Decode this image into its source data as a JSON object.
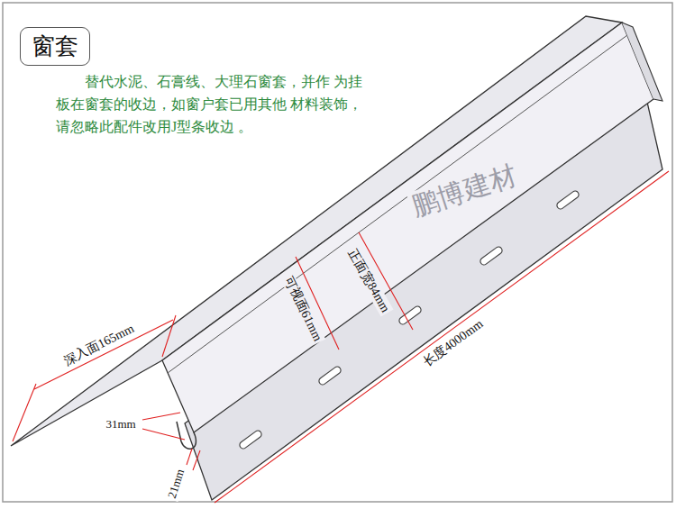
{
  "diagram": {
    "title": "窗套",
    "labels": [
      "替代水泥、石膏线、大理石窗套，并作 为挂板在窗套的收边，如窗户套已用其他 材料装饰，请忽略此配件改用J型条收边 。",
      "深入面165mm",
      "可视面61mm",
      "正面宽84mm",
      "长度4000mm",
      "31mm",
      "21mm",
      "鹏博建材"
    ]
  }
}
